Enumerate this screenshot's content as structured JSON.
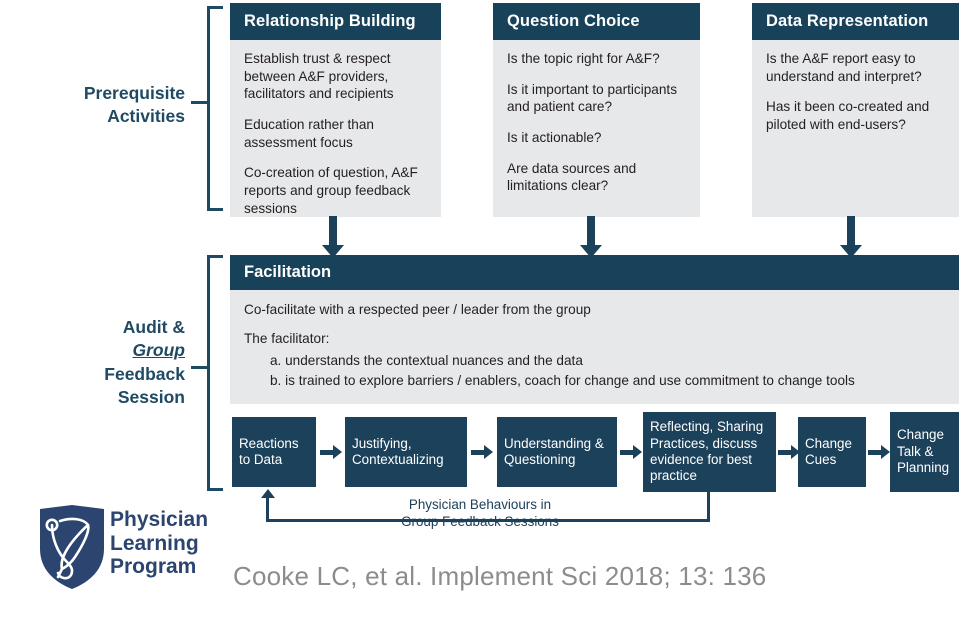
{
  "colors": {
    "navy_header": "#17425a",
    "navy_box": "#1c415a",
    "panel_grey": "#e7e8ea",
    "label_blue": "#1f4a63",
    "citation_grey": "#8c8c8c",
    "logo_blue": "#2b4570"
  },
  "side_labels": {
    "prerequisite": {
      "line1": "Prerequisite",
      "line2": "Activities"
    },
    "session": {
      "line1": "Audit &",
      "line2": "Group",
      "line3": "Feedback",
      "line4": "Session"
    }
  },
  "columns": [
    {
      "title": "Relationship Building",
      "items": [
        "Establish trust & respect between A&F providers, facilitators and recipients",
        "Education rather than assessment focus",
        "Co-creation of question, A&F reports and group feedback sessions"
      ]
    },
    {
      "title": "Question Choice",
      "items": [
        "Is the topic right for A&F?",
        "Is it important to participants and patient care?",
        "Is it actionable?",
        "Are data sources and limitations clear?"
      ]
    },
    {
      "title": "Data Representation",
      "items": [
        "Is the A&F report easy to understand and interpret?",
        "Has it been co-created and piloted with end-users?"
      ]
    }
  ],
  "facilitation": {
    "title": "Facilitation",
    "lead": "Co-facilitate with a respected peer / leader from the group",
    "intro": "The facilitator:",
    "points": [
      "a. understands the contextual nuances and the data",
      "b. is trained to explore barriers / enablers, coach for change and use commitment to change tools"
    ]
  },
  "process": {
    "boxes": [
      "Reactions to Data",
      "Justifying, Contextualizing",
      "Understanding & Questioning",
      "Reflecting, Sharing Practices, discuss evidence for best practice",
      "Change Cues",
      "Change Talk & Planning"
    ],
    "loop_label_line1": "Physician Behaviours in",
    "loop_label_line2": "Group Feedback Sessions"
  },
  "citation": "Cooke LC, et al. Implement Sci 2018; 13: 136",
  "logo": {
    "line1": "Physician",
    "line2": "Learning",
    "line3": "Program",
    "icon": "shield-stethoscope-pen-icon"
  }
}
